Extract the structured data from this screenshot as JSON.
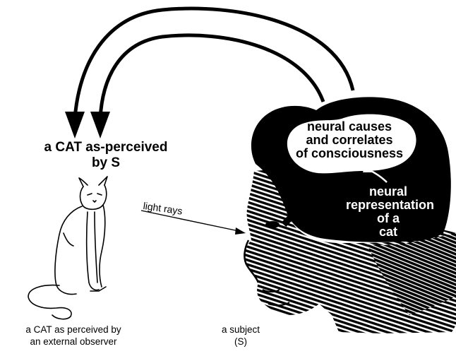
{
  "diagram": {
    "cat_as_perceived_by_s": [
      "a CAT as-perceived",
      "by S"
    ],
    "light_rays": "light rays",
    "cat_external_observer": [
      "a CAT as perceived by",
      "an external observer"
    ],
    "subject": [
      "a subject",
      "(S)"
    ],
    "neural_causes": [
      "neural causes",
      "and correlates",
      "of consciousness"
    ],
    "neural_representation": [
      "neural",
      "representation",
      "of a",
      "cat"
    ]
  },
  "colors": {
    "ink": "#000000",
    "paper": "#ffffff"
  }
}
